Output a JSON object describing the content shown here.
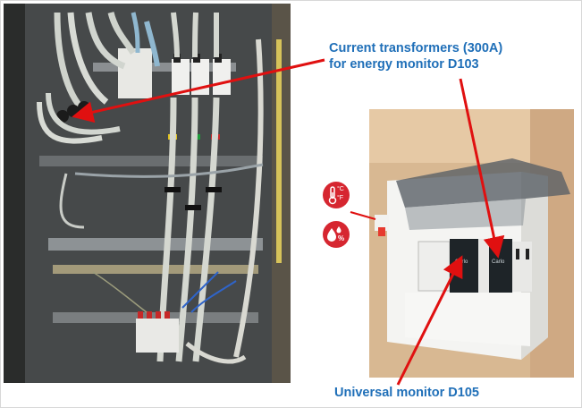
{
  "labels": {
    "current_transformers_line1": "Current transformers (300A)",
    "current_transformers_line2": "for energy monitor D103",
    "universal_monitor": "Universal monitor D105"
  },
  "icons": {
    "temperature": "thermometer-celsius-fahrenheit-icon",
    "humidity": "humidity-drops-percent-icon"
  },
  "icon_text": {
    "celsius": "°C",
    "fahrenheit": "°F",
    "percent": "%"
  },
  "device_text": {
    "module_brand": "Carlo"
  },
  "colors": {
    "label_blue": "#1f6fb8",
    "arrow_red": "#e01010",
    "badge_red": "#d62630"
  }
}
